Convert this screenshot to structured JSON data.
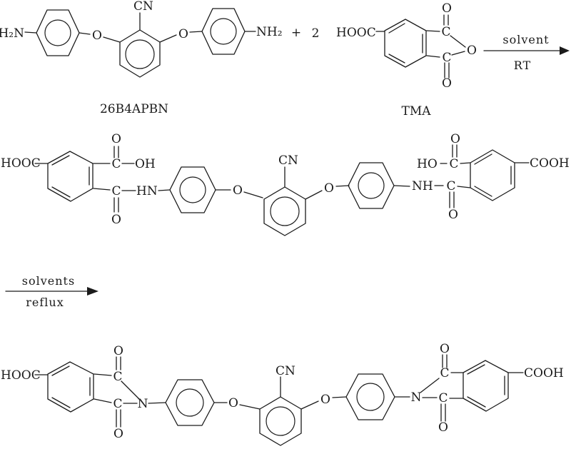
{
  "scheme": {
    "reactant_diamine": {
      "label": "26B4APBN",
      "amine_left": "H₂N",
      "ether_left": "O",
      "nitrile": "CN",
      "ether_right": "O",
      "amine_right": "NH₂"
    },
    "plus_sign": "+",
    "coefficient": "2",
    "reactant_anhydride": {
      "label": "TMA",
      "acid": "HOOC",
      "carbonyl_top": "C",
      "oxo_top": "O",
      "ring_oxygen": "O",
      "carbonyl_bottom": "C",
      "oxo_bottom": "O"
    },
    "arrow_step1": {
      "condition_top": "solvent",
      "condition_bottom": "RT"
    },
    "intermediate_amic_acid": {
      "acid_left": "HOOC",
      "carboxyl_c_left": "C",
      "carboxyl_o_left": "O",
      "hydroxyl_left": "OH",
      "amide_c_left": "C",
      "amide_o_left": "O",
      "amide_nh_left": "HN",
      "ether_left": "O",
      "nitrile": "CN",
      "ether_right": "O",
      "amide_nh_right": "NH",
      "amide_c_right": "C",
      "amide_o_right": "O",
      "hydroxyl_right": "HO",
      "carboxyl_c_right": "C",
      "carboxyl_o_right": "O",
      "acid_right": "COOH"
    },
    "arrow_step2": {
      "condition_top": "solvents",
      "condition_bottom": "reflux"
    },
    "product_imide": {
      "acid_left": "HOOC",
      "carbonyl_top_left": "C",
      "oxo_top_left": "O",
      "carbonyl_bottom_left": "C",
      "oxo_bottom_left": "O",
      "imide_n_left": "N",
      "ether_left": "O",
      "nitrile": "CN",
      "ether_right": "O",
      "imide_n_right": "N",
      "carbonyl_top_right": "C",
      "oxo_top_right": "O",
      "carbonyl_bottom_right": "C",
      "oxo_bottom_right": "O",
      "acid_right": "COOH"
    }
  }
}
